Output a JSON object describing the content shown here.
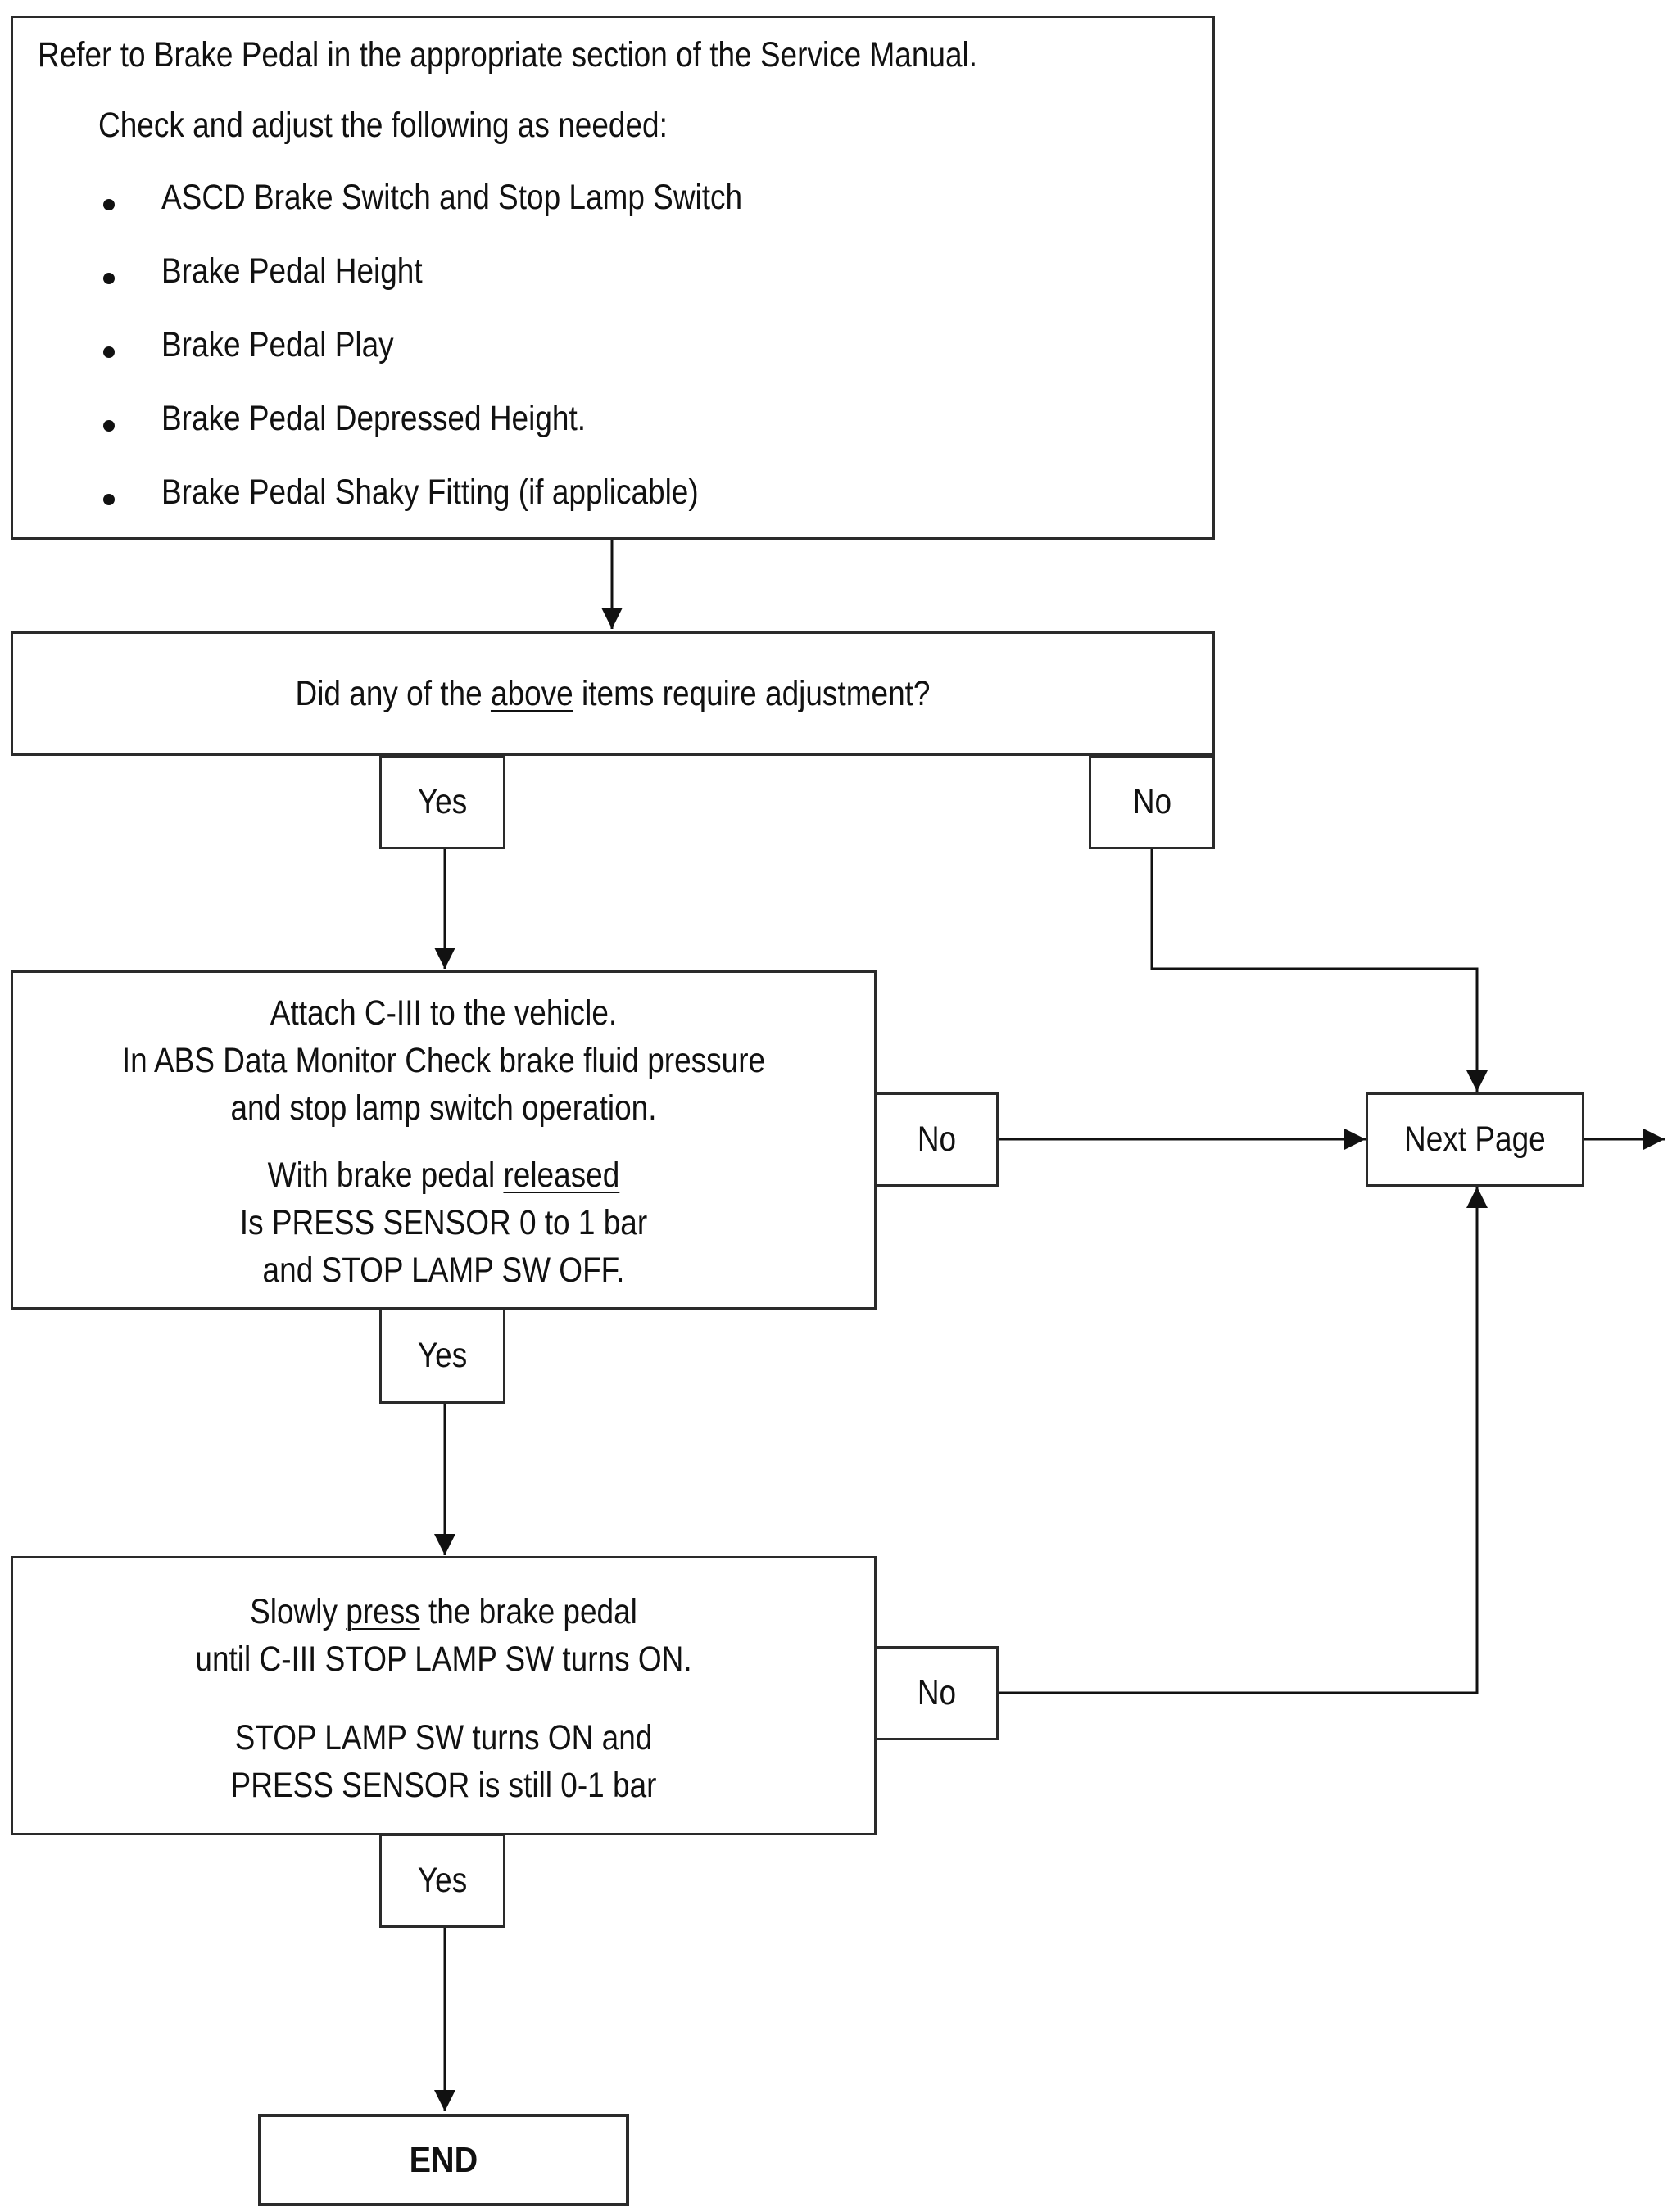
{
  "top_box": {
    "line1": "Refer to Brake Pedal in the appropriate section of the Service Manual.",
    "line2": "Check and adjust the following as needed:",
    "items": [
      "ASCD Brake Switch and Stop Lamp Switch",
      "Brake Pedal Height",
      "Brake Pedal Play",
      "Brake Pedal Depressed Height.",
      "Brake Pedal Shaky Fitting (if applicable)"
    ]
  },
  "question": {
    "pre": "Did any of the ",
    "underlined": "above",
    "post": " items require adjustment?"
  },
  "step1": {
    "line1": "Attach C-III to the vehicle.",
    "line2": "In ABS Data Monitor Check brake fluid pressure",
    "line3": "and stop lamp switch operation.",
    "line4_pre": "With brake pedal ",
    "line4_underlined": "released",
    "line5": "Is PRESS SENSOR 0 to 1 bar",
    "line6": "and STOP LAMP SW OFF."
  },
  "step2": {
    "line1_pre": "Slowly ",
    "line1_underlined": "press",
    "line1_post": " the brake pedal",
    "line2": "until C-III STOP LAMP SW turns ON.",
    "line3": "STOP LAMP SW turns ON and",
    "line4": "PRESS SENSOR is still 0-1 bar"
  },
  "labels": {
    "yes": "Yes",
    "no": "No"
  },
  "next_page": "Next Page",
  "end": "END"
}
